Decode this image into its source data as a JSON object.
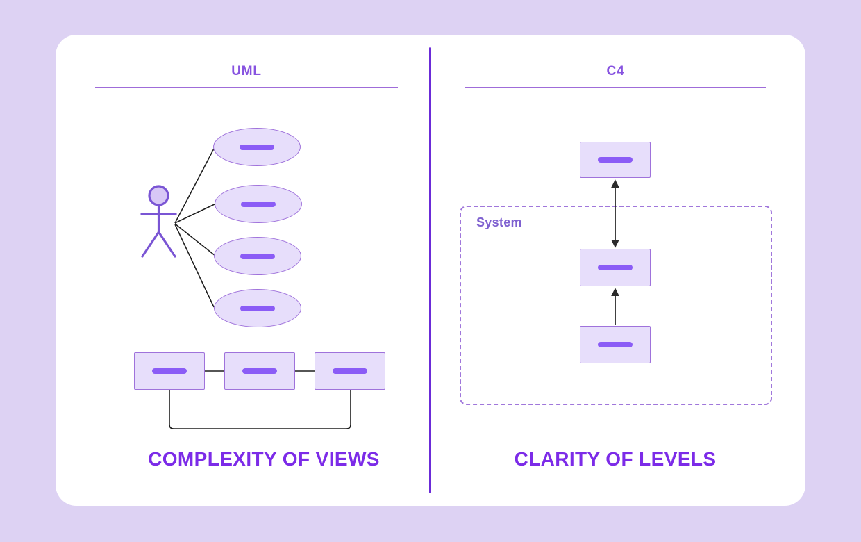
{
  "card": {
    "left_panel": {
      "title": "UML",
      "caption": "COMPLEXITY OF VIEWS",
      "diagram": {
        "actor_icon": "stick-figure-actor",
        "use_case_ellipses": 4,
        "class_boxes": 3
      }
    },
    "right_panel": {
      "title": "C4",
      "caption": "CLARITY OF LEVELS",
      "system_boundary_label": "System",
      "diagram": {
        "level_boxes": 3,
        "arrows": [
          "double-headed-vertical",
          "single-headed-up"
        ]
      }
    }
  },
  "colors": {
    "page_background": "#DDD2F3",
    "card_background": "#FFFFFF",
    "divider": "#6B2BD8",
    "heading_text": "#8753E0",
    "heading_underline": "#9F6CD9",
    "caption_text": "#7C2BE8",
    "shape_fill": "#E7DEFB",
    "shape_border": "#9F72DB",
    "placeholder_bar": "#8B5CF6",
    "actor_stroke": "#7A55D4",
    "actor_head_fill": "#D8C8F6",
    "system_label_text": "#7E60D0",
    "dashed_boundary": "#A077DB",
    "connector_line": "#1E1E1E",
    "arrow_line": "#2B2B2B"
  }
}
